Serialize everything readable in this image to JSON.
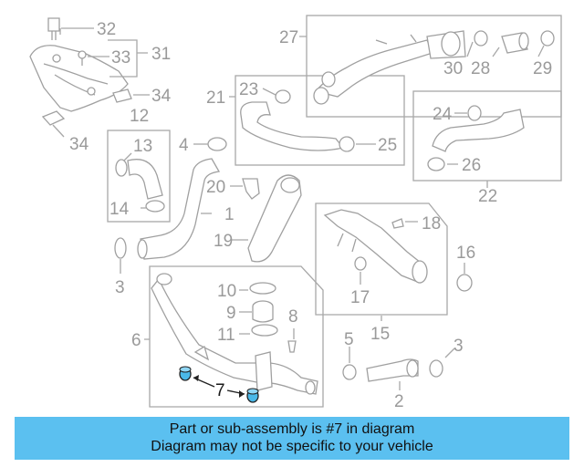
{
  "callouts": {
    "c1": "1",
    "c2": "2",
    "c3a": "3",
    "c3b": "3",
    "c4": "4",
    "c5": "5",
    "c6": "6",
    "c7": "7",
    "c8": "8",
    "c9": "9",
    "c10": "10",
    "c11": "11",
    "c12": "12",
    "c13": "13",
    "c14": "14",
    "c15": "15",
    "c16": "16",
    "c17": "17",
    "c18": "18",
    "c19": "19",
    "c20": "20",
    "c21": "21",
    "c22": "22",
    "c23": "23",
    "c24": "24",
    "c25": "25",
    "c26": "26",
    "c27": "27",
    "c28": "28",
    "c29": "29",
    "c30": "30",
    "c31": "31",
    "c32": "32",
    "c33": "33",
    "c34a": "34",
    "c34b": "34"
  },
  "highlight_part": "7",
  "colors": {
    "highlight": "#4ab8e8",
    "banner": "#5bc0f0",
    "linework": "#a0a0a0"
  },
  "banner": {
    "line1": "Part or sub-assembly is #7 in diagram",
    "line2": "Diagram may not be specific to your vehicle"
  }
}
